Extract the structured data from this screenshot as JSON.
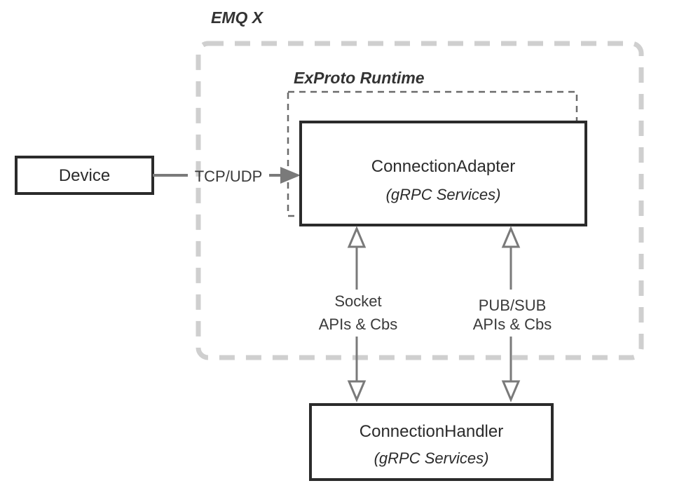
{
  "diagram": {
    "title_visible": false,
    "groups": [
      {
        "id": "emqx",
        "label": "EMQ X",
        "style": "dashed-light"
      },
      {
        "id": "exproto",
        "label": "ExProto Runtime",
        "style": "dashed-dark"
      }
    ],
    "nodes": [
      {
        "id": "device",
        "label": "Device",
        "sublabel": ""
      },
      {
        "id": "connection-adapter",
        "label": "ConnectionAdapter",
        "sublabel": "(gRPC Services)"
      },
      {
        "id": "connection-handler",
        "label": "ConnectionHandler",
        "sublabel": "(gRPC Services)"
      }
    ],
    "edges": [
      {
        "id": "device-to-adapter",
        "label": "TCP/UDP",
        "from": "device",
        "to": "connection-adapter",
        "direction": "one-way",
        "head": "solid"
      },
      {
        "id": "socket-apis",
        "label_line1": "Socket",
        "label_line2": "APIs & Cbs",
        "from": "connection-adapter",
        "to": "connection-handler",
        "direction": "bidirectional",
        "head": "hollow"
      },
      {
        "id": "pubsub-apis",
        "label_line1": "PUB/SUB",
        "label_line2": "APIs & Cbs",
        "from": "connection-adapter",
        "to": "connection-handler",
        "direction": "bidirectional",
        "head": "hollow"
      }
    ],
    "colors": {
      "background": "#ffffff",
      "box_stroke": "#2b2b2b",
      "text": "#2b2b2b",
      "outer_group_stroke": "#cfcfcf",
      "inner_group_stroke": "#6b6b6b",
      "arrow": "#7a7a7a"
    }
  }
}
